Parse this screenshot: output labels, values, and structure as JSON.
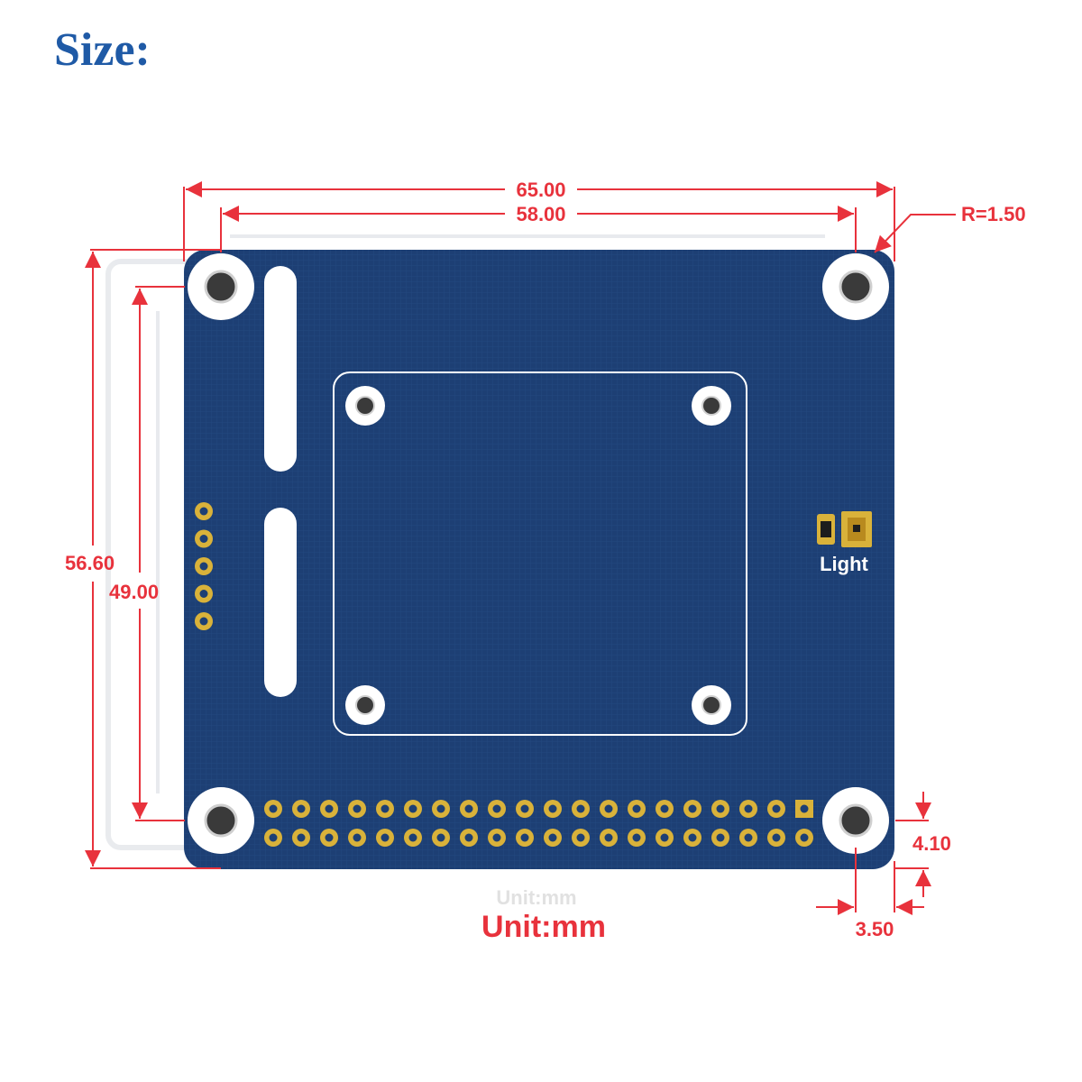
{
  "heading": "Size:",
  "board": {
    "color": "#1d3f74",
    "sensor_label": "Light"
  },
  "dimensions": {
    "width_outer": "65.00",
    "width_holes": "58.00",
    "corner_radius": "R=1.50",
    "height_outer": "56.60",
    "height_holes": "49.00",
    "hole_offset_y": "4.10",
    "hole_offset_x": "3.50"
  },
  "unit": "Unit:mm",
  "colors": {
    "heading": "#1f5aa6",
    "dimension": "#e8323c",
    "pcb": "#1d3f74",
    "gold_pad": "#d9b23a"
  },
  "header": {
    "columns": 20,
    "rows": 2
  },
  "side_pads": 5
}
